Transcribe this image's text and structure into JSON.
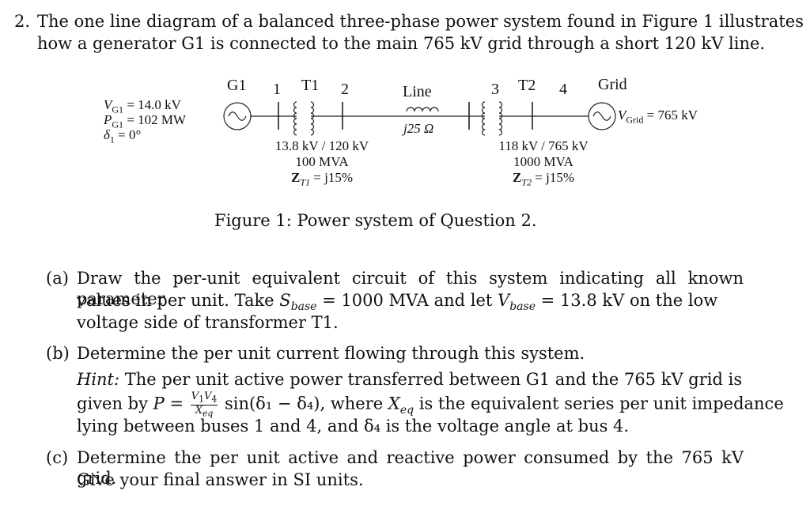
{
  "question": {
    "number": "2.",
    "line1": "The one line diagram of a balanced three-phase power system found in Figure 1 illustrates",
    "line2": "how a generator G1 is connected to the main 765 kV grid through a short 120 kV line."
  },
  "diagram": {
    "labels": {
      "g1": "G1",
      "bus1": "1",
      "t1": "T1",
      "bus2": "2",
      "line": "Line",
      "bus3": "3",
      "t2": "T2",
      "bus4": "4",
      "grid": "Grid"
    },
    "generator_params": {
      "vg1_rhs": " = 14.0 kV",
      "pg1_rhs": " = 102 MW",
      "delta1_rhs": " = 0°"
    },
    "line_impedance": "j25 Ω",
    "vgrid_rhs": " = 765 kV",
    "t1": {
      "voltage": "13.8 kV / 120 kV",
      "rating": "100 MVA",
      "z_rhs": " = j15%"
    },
    "t2": {
      "voltage": "118 kV / 765 kV",
      "rating": "1000 MVA",
      "z_rhs": " = j15%"
    },
    "caption": "Figure 1: Power system of Question 2."
  },
  "parts": {
    "a": {
      "label": "(a)",
      "l1": "Draw the per-unit equivalent circuit of this system indicating all known parameter",
      "l2a": "values in per unit.  Take ",
      "l2b": " = 1000 MVA and let ",
      "l2c": " = 13.8 kV on the low",
      "l3": "voltage side of transformer T1."
    },
    "b": {
      "label": "(b)",
      "l1": "Determine the per unit current flowing through this system.",
      "hint": "Hint:",
      "l2": " The per unit active power transferred between G1 and the 765 kV grid is",
      "l3a": "given by ",
      "l3b": " sin(δ₁ − δ₄), where ",
      "l3c": " is the equivalent series per unit impedance",
      "l4": "lying between buses 1 and 4, and δ₄ is the voltage angle at bus 4."
    },
    "c": {
      "label": "(c)",
      "l1": "Determine the per unit active and reactive power consumed by the 765 kV grid.",
      "l2": "Give your final answer in SI units."
    }
  }
}
